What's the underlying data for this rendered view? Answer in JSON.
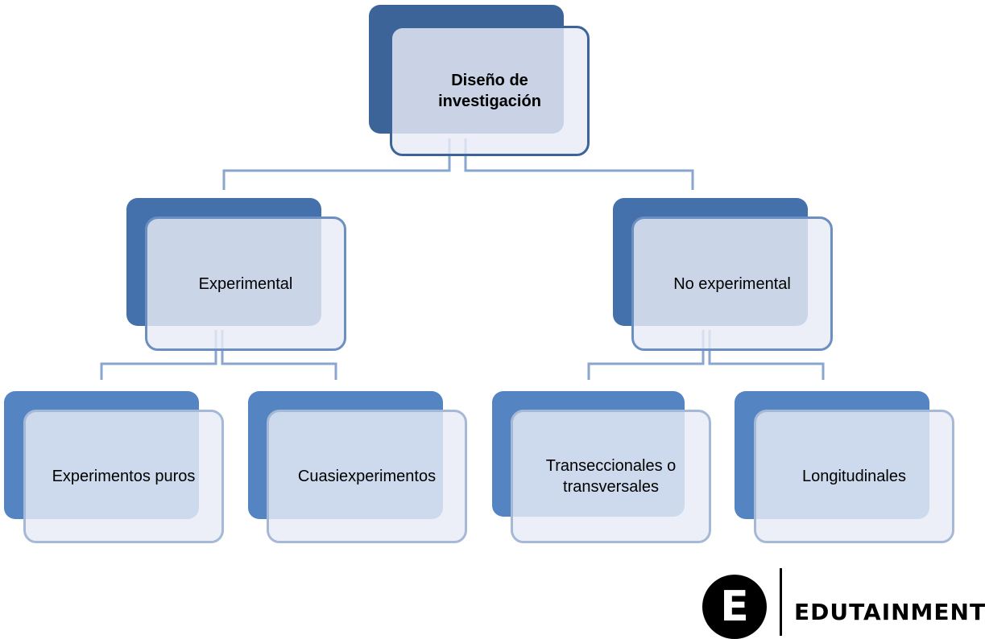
{
  "diagram": {
    "root": {
      "label": "Diseño de investigación"
    },
    "branches": [
      {
        "label": "Experimental",
        "children": [
          {
            "label": "Experimentos puros"
          },
          {
            "label": "Cuasiexperimentos"
          }
        ]
      },
      {
        "label": "No experimental",
        "children": [
          {
            "label": "Transeccionales o transversales"
          },
          {
            "label": "Longitudinales"
          }
        ]
      }
    ]
  },
  "colors": {
    "root_back": "#3d6499",
    "level1_back": "#4470ac",
    "level2_back": "#5484c2",
    "root_border": "#3d6499",
    "level1_border": "#6c8fc2",
    "level2_border": "#a5b9d6",
    "connector": "#8aa6cf"
  },
  "logo": {
    "letter": "E",
    "brand": "EDUTAINMENT"
  }
}
